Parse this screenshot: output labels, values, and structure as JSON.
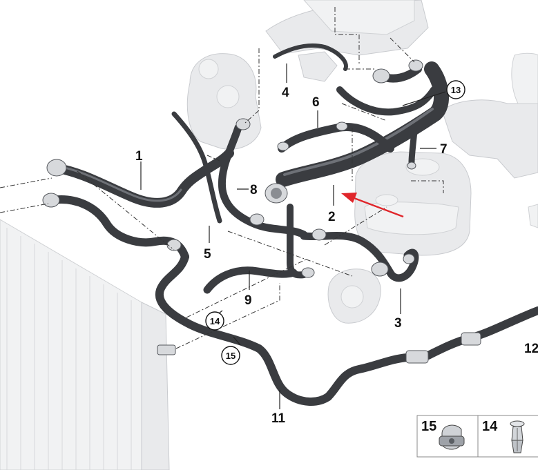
{
  "callouts": {
    "c1": "1",
    "c2": "2",
    "c3": "3",
    "c4": "4",
    "c5": "5",
    "c6": "6",
    "c7": "7",
    "c8": "8",
    "c9": "9",
    "c11": "11",
    "c12": "12",
    "c13": "13",
    "c14": "14",
    "c15": "15"
  },
  "legend": {
    "item15": "15",
    "item14": "14"
  },
  "colors": {
    "hose": "#3a3c40",
    "arrow": "#e0262b",
    "ghost_part": "#e9eaec"
  },
  "icons": [
    "red-arrow-icon",
    "clip-icon",
    "expansion-rivet-icon"
  ]
}
